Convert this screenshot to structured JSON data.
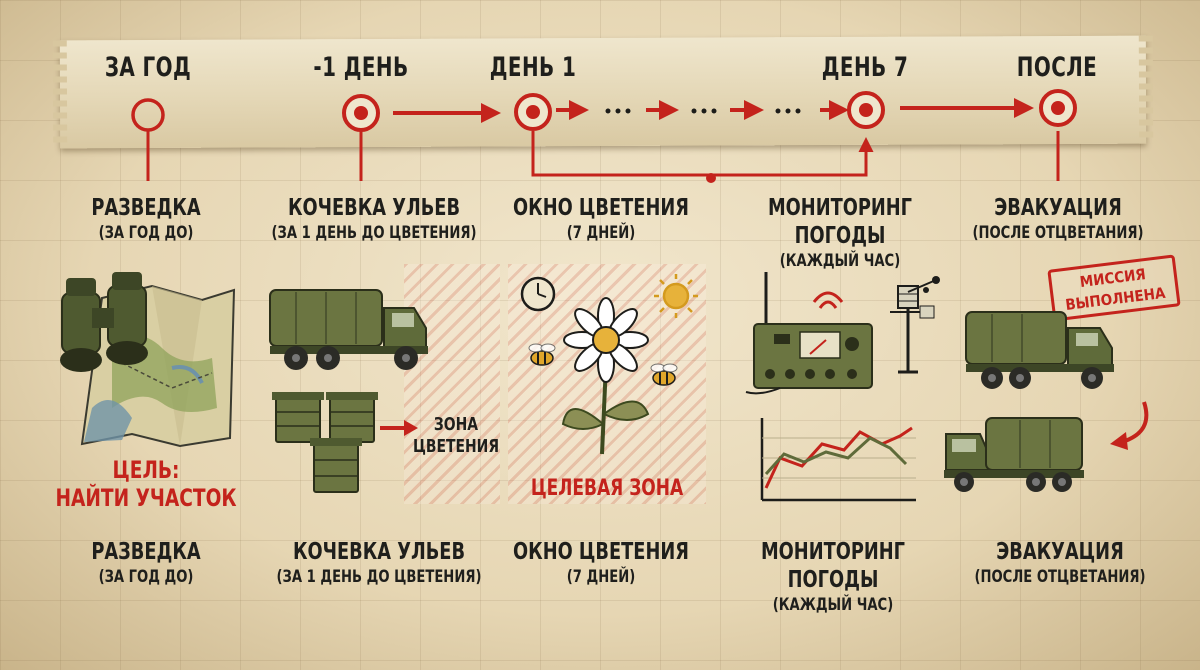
{
  "timeline": {
    "stages": [
      {
        "label": "ЗА ГОД"
      },
      {
        "label": "-1 ДЕНЬ"
      },
      {
        "label": "ДЕНЬ 1"
      },
      {
        "label": "ДЕНЬ 7"
      },
      {
        "label": "ПОСЛЕ"
      }
    ]
  },
  "headings_top": [
    {
      "title": "РАЗВЕДКА",
      "sub": "(ЗА ГОД ДО)"
    },
    {
      "title": "КОЧЕВКА УЛЬЕВ",
      "sub": "(ЗА 1 ДЕНЬ ДО ЦВЕТЕНИЯ)"
    },
    {
      "title": "ОКНО ЦВЕТЕНИЯ",
      "sub": "(7 ДНЕЙ)"
    },
    {
      "title": "МОНИТОРИНГ ПОГОДЫ",
      "sub": "(КАЖДЫЙ ЧАС)"
    },
    {
      "title": "ЭВАКУАЦИЯ",
      "sub": "(ПОСЛЕ ОТЦВЕТАНИЯ)"
    }
  ],
  "headings_bottom": [
    {
      "title": "РАЗВЕДКА",
      "sub": "(ЗА ГОД ДО)"
    },
    {
      "title": "КОЧЕВКА УЛЬЕВ",
      "sub": "(ЗА 1 ДЕНЬ ДО ЦВЕТЕНИЯ)"
    },
    {
      "title": "ОКНО ЦВЕТЕНИЯ",
      "sub": "(7 ДНЕЙ)"
    },
    {
      "title": "МОНИТОРИНГ",
      "title2": "ПОГОДЫ",
      "sub": "(КАЖДЫЙ ЧАС)"
    },
    {
      "title": "ЭВАКУАЦИЯ",
      "sub": "(ПОСЛЕ ОТЦВЕТАНИЯ)"
    }
  ],
  "goal": {
    "line1": "ЦЕЛЬ:",
    "line2": "НАЙТИ УЧАСТОК"
  },
  "zone": {
    "line1": "ЗОНА",
    "line2": "ЦВЕТЕНИЯ"
  },
  "target_zone": "ЦЕЛЕВАЯ ЗОНА",
  "stamp": {
    "line1": "МИССИЯ",
    "line2": "ВЫПОЛНЕНА"
  },
  "colors": {
    "accent_red": "#c4231c",
    "olive": "#5f6b3a",
    "paper": "#e9dcc0"
  },
  "icons": [
    "binoculars-icon",
    "map-icon",
    "truck-icon",
    "beehive-icon",
    "clock-icon",
    "sun-icon",
    "bee-icon",
    "daisy-icon",
    "radio-icon",
    "weather-station-icon",
    "line-chart-icon"
  ]
}
